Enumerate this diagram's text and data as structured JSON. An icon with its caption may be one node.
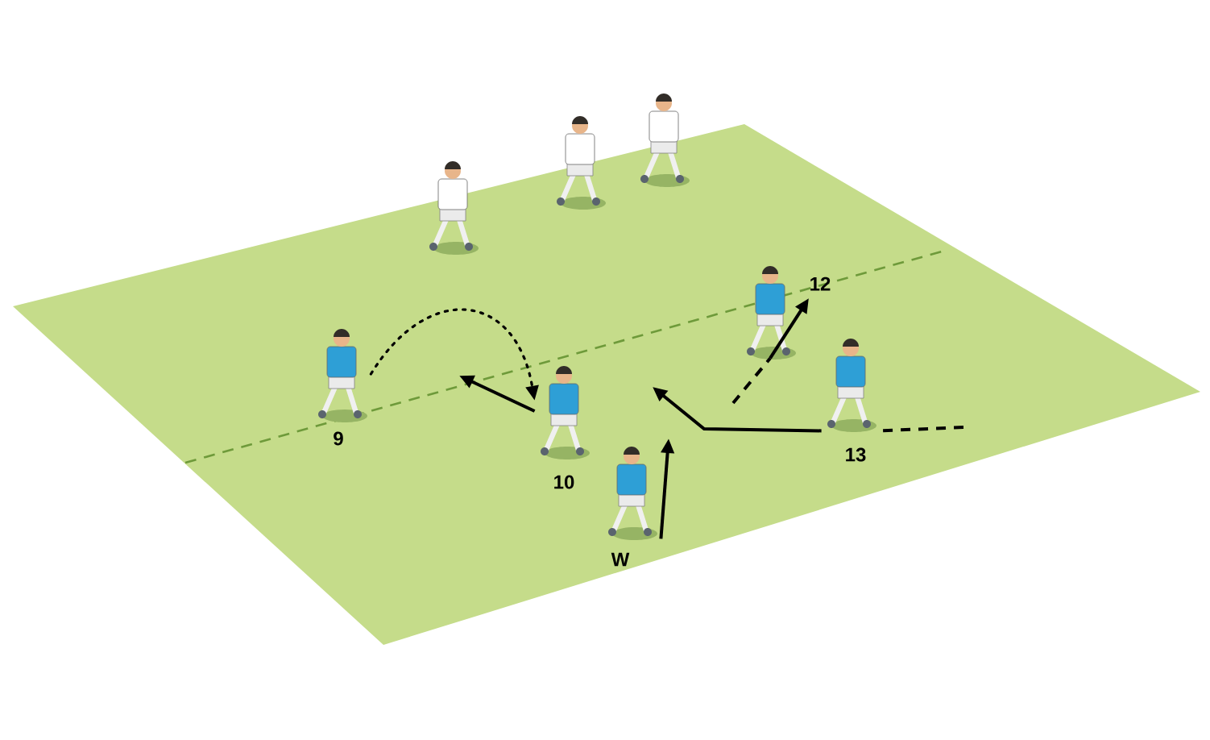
{
  "diagram": {
    "nodes": [
      {
        "text": [],
        "shape": "person"
      },
      {
        "text": [],
        "shape": "person"
      },
      {
        "text": [],
        "shape": "person"
      },
      {
        "text": [],
        "shape": "person",
        "beside": [
          "9"
        ]
      },
      {
        "text": [],
        "shape": "person",
        "beside": [
          "10"
        ]
      },
      {
        "text": [],
        "shape": "person",
        "beside": [
          "12"
        ]
      },
      {
        "text": [],
        "shape": "person",
        "beside": [
          "13"
        ]
      },
      {
        "text": [],
        "shape": "person",
        "beside": [
          "W"
        ]
      }
    ],
    "edges": [
      {
        "from": 3,
        "to": 4,
        "arrow": "to",
        "style": "dashed"
      },
      {
        "from": 4,
        "to": null,
        "arrow": "to"
      },
      {
        "from": null,
        "to": 5,
        "arrow": "none",
        "style": "dashed"
      },
      {
        "from": 5,
        "to": null,
        "arrow": "to"
      },
      {
        "from": null,
        "to": 6,
        "arrow": "none",
        "style": "dashed"
      },
      {
        "from": 6,
        "to": null,
        "arrow": "to"
      },
      {
        "from": 7,
        "to": null,
        "arrow": "to"
      }
    ]
  }
}
